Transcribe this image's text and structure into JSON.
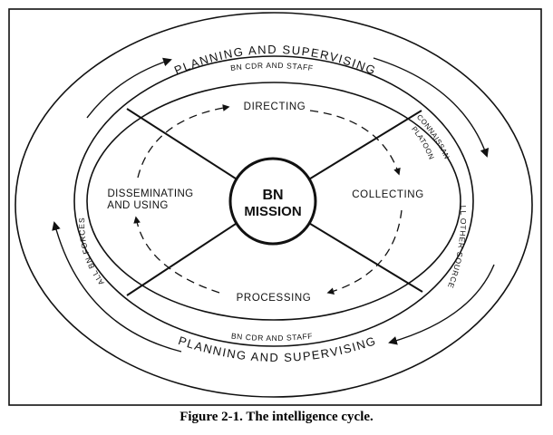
{
  "diagram": {
    "center_line1": "BN",
    "center_line2": "MISSION",
    "outer_ring_top": "PLANNING AND SUPERVISING",
    "outer_ring_bottom": "PLANNING AND SUPERVISING",
    "inner_ring_top": "BN CDR AND STAFF",
    "inner_ring_bottom": "BN CDR AND STAFF",
    "inner_ring_left": "ALL BN FORCES",
    "inner_ring_right_line1": "RECONNAISSANCE",
    "inner_ring_right_line2": "PLATOON",
    "inner_ring_right_lower": "ALL OTHER SOURCES",
    "stages": {
      "directing": "DIRECTING",
      "collecting": "COLLECTING",
      "processing": "PROCESSING",
      "disseminating_line1": "DISSEMINATING",
      "disseminating_line2": "AND USING"
    }
  },
  "caption": "Figure 2-1. The intelligence cycle."
}
